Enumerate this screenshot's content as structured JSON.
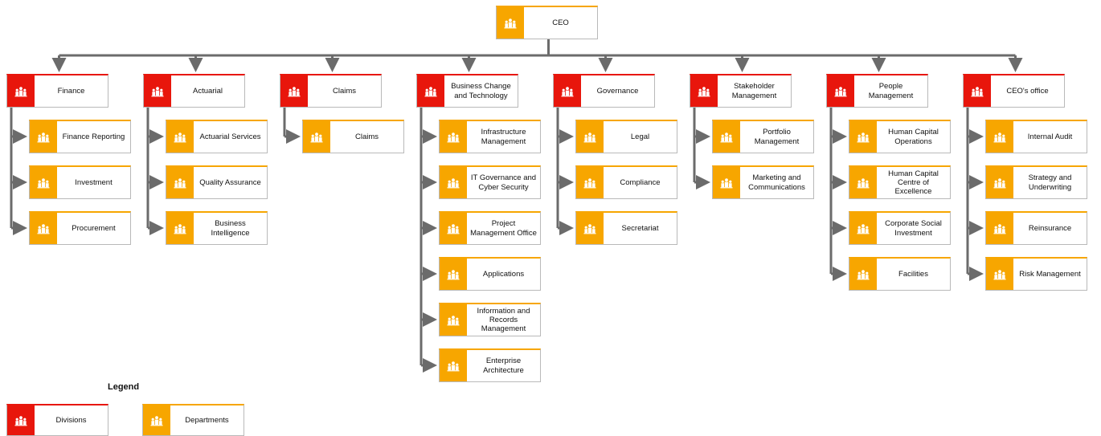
{
  "colors": {
    "division": "#e8160c",
    "department": "#f7a600",
    "connector": "#6b6b6b"
  },
  "icon": "people-group-icon",
  "ceo": {
    "label": "CEO"
  },
  "divisions": [
    {
      "label": "Finance",
      "departments": [
        "Finance Reporting",
        "Investment",
        "Procurement"
      ]
    },
    {
      "label": "Actuarial",
      "departments": [
        "Actuarial Services",
        "Quality Assurance",
        "Business Intelligence"
      ]
    },
    {
      "label": "Claims",
      "departments": [
        "Claims"
      ]
    },
    {
      "label": "Business Change and Technology",
      "departments": [
        "Infrastructure Management",
        "IT Governance and Cyber Security",
        "Project Management Office",
        "Applications",
        "Information and Records Management",
        "Enterprise Architecture"
      ]
    },
    {
      "label": "Governance",
      "departments": [
        "Legal",
        "Compliance",
        "Secretariat"
      ]
    },
    {
      "label": "Stakeholder Management",
      "departments": [
        "Portfolio Management",
        "Marketing and Communications"
      ]
    },
    {
      "label": "People Management",
      "departments": [
        "Human Capital Operations",
        "Human Capital Centre of Excellence",
        "Corporate Social Investment",
        "Facilities"
      ]
    },
    {
      "label": "CEO's office",
      "departments": [
        "Internal Audit",
        "Strategy and Underwriting",
        "Reinsurance",
        "Risk Management"
      ]
    }
  ],
  "legend": {
    "title": "Legend",
    "division_label": "Divisions",
    "department_label": "Departments"
  }
}
